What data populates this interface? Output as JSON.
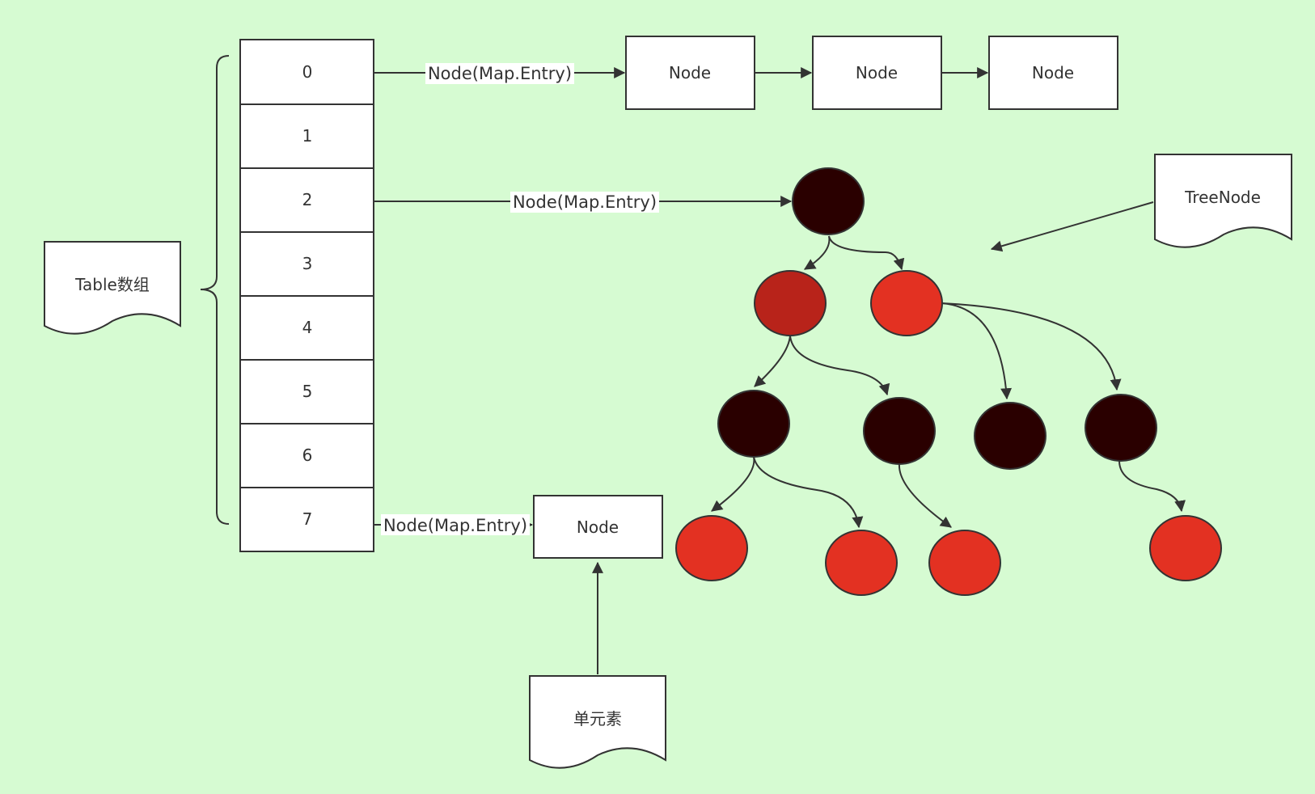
{
  "colors": {
    "background": "#d6fbd2",
    "stroke": "#333333",
    "black_node": "#2a0000",
    "red_node": "#e33122",
    "dark_red_node": "#b8231a"
  },
  "table": {
    "cells": [
      "0",
      "1",
      "2",
      "3",
      "4",
      "5",
      "6",
      "7"
    ]
  },
  "labels": {
    "table_doc": "Table数组",
    "tree_doc": "TreeNode",
    "single_doc": "单元素",
    "node": "Node",
    "edge_label": "Node(Map.Entry)"
  },
  "tree_nodes": [
    {
      "id": "root",
      "color": "black"
    },
    {
      "id": "l1a",
      "color": "dark_red"
    },
    {
      "id": "l1b",
      "color": "red"
    },
    {
      "id": "l2a",
      "color": "black"
    },
    {
      "id": "l2b",
      "color": "black"
    },
    {
      "id": "l2c",
      "color": "black"
    },
    {
      "id": "l2d",
      "color": "black"
    },
    {
      "id": "l3a",
      "color": "red"
    },
    {
      "id": "l3b",
      "color": "red"
    },
    {
      "id": "l3c",
      "color": "red"
    },
    {
      "id": "l3d",
      "color": "red"
    }
  ]
}
